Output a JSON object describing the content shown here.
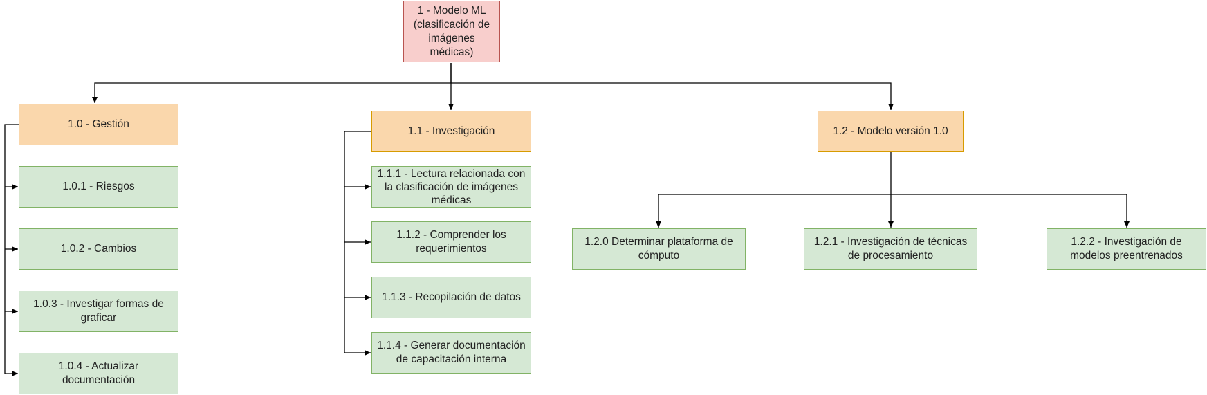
{
  "diagram": {
    "root": {
      "label": "1 - Modelo ML (clasificación de imágenes médicas)"
    },
    "branches": [
      {
        "label": "1.0 - Gestión",
        "children": [
          "1.0.1 - Riesgos",
          "1.0.2 - Cambios",
          "1.0.3 - Investigar formas de graficar",
          "1.0.4 - Actualizar documentación"
        ]
      },
      {
        "label": "1.1 - Investigación",
        "children": [
          "1.1.1 - Lectura relacionada con la clasificación de imágenes médicas",
          "1.1.2 - Comprender los requerimientos",
          "1.1.3 - Recopilación de datos",
          "1.1.4 - Generar documentación de capacitación interna"
        ]
      },
      {
        "label": "1.2 - Modelo versión 1.0",
        "children": [
          "1.2.0 Determinar plataforma de cómputo",
          "1.2.1 - Investigación de técnicas de procesamiento",
          "1.2.2 - Investigación de modelos preentrenados"
        ]
      }
    ],
    "colors": {
      "root_fill": "#f8cecc",
      "root_border": "#b85450",
      "branch_fill": "#fad7ac",
      "branch_border": "#d79b00",
      "leaf_fill": "#d5e8d4",
      "leaf_border": "#82b366",
      "connector": "#000000"
    }
  }
}
